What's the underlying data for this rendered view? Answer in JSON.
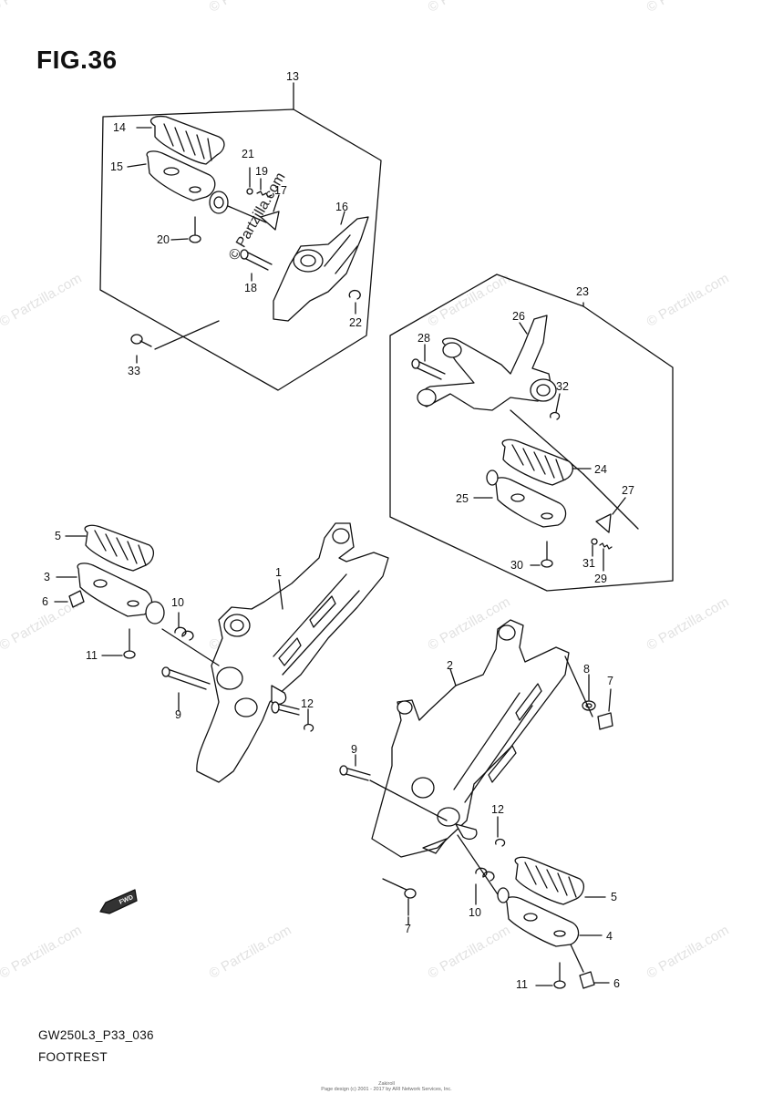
{
  "figure_title": "FIG.36",
  "model_code": "GW250L3_P33_036",
  "section_name": "FOOTREST",
  "fwd_label": "FWD",
  "footer": {
    "line1": "Zakiroll",
    "line2": "Page design (c) 2001 - 2017 by ARI Network Services, Inc."
  },
  "watermark": "© Partzilla.com",
  "center_watermark": "© Partzilla.com",
  "callouts": {
    "c1": "1",
    "c2": "2",
    "c3": "3",
    "c4": "4",
    "c5a": "5",
    "c5b": "5",
    "c6a": "6",
    "c6b": "6",
    "c7a": "7",
    "c7b": "7",
    "c8": "8",
    "c9a": "9",
    "c9b": "9",
    "c10a": "10",
    "c10b": "10",
    "c11a": "11",
    "c11b": "11",
    "c12a": "12",
    "c12b": "12",
    "c13": "13",
    "c14": "14",
    "c15": "15",
    "c16": "16",
    "c17": "17",
    "c18": "18",
    "c19": "19",
    "c20": "20",
    "c21": "21",
    "c22": "22",
    "c23": "23",
    "c24": "24",
    "c25": "25",
    "c26": "26",
    "c27": "27",
    "c28": "28",
    "c29": "29",
    "c30": "30",
    "c31": "31",
    "c32": "32",
    "c33": "33"
  }
}
